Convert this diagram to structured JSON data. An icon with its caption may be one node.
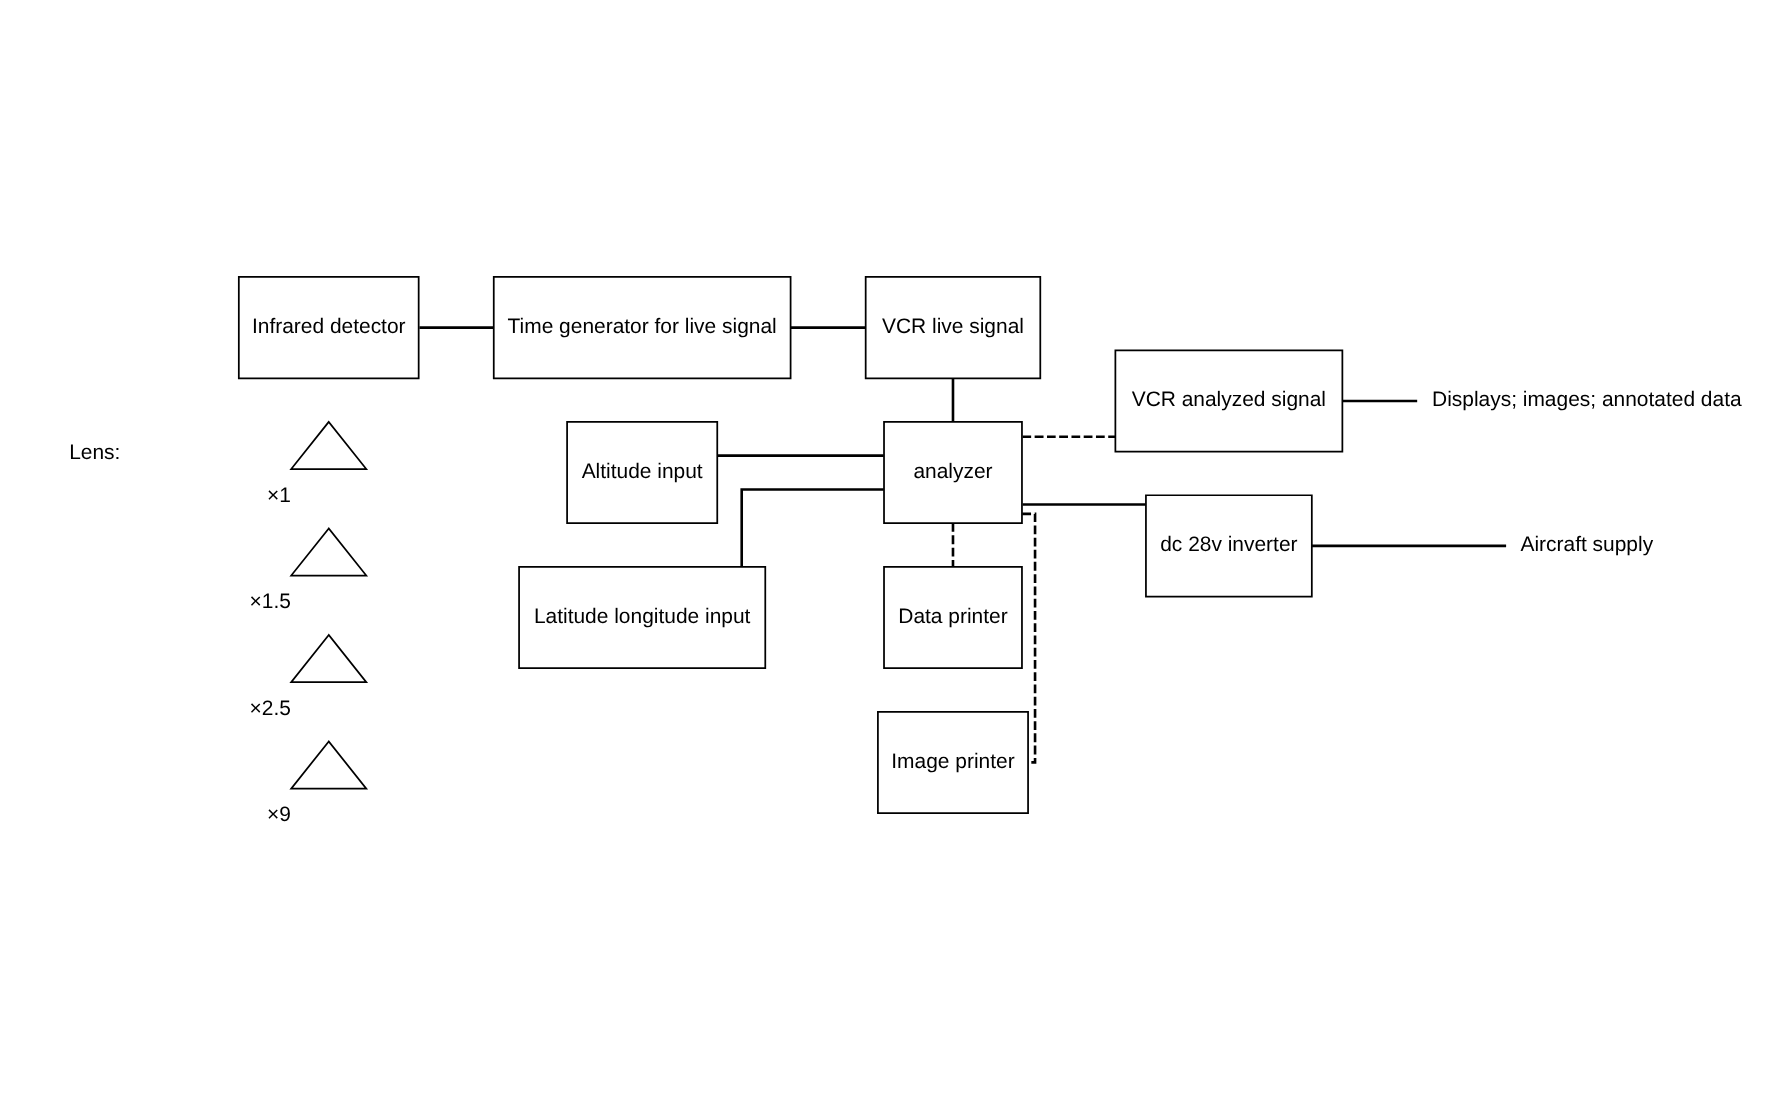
{
  "diagram": {
    "nodes": [
      {
        "text": [
          "Time generator for live signal"
        ]
      },
      {
        "text": [
          "VCR live signal"
        ]
      },
      {
        "text": [
          "Infrared detector"
        ]
      },
      {
        "text": [
          "Altitude input"
        ]
      },
      {
        "text": [
          "analyzer"
        ]
      },
      {
        "text": [
          "VCR analyzed signal"
        ]
      },
      {
        "text": [
          "Displays; images; annotated data"
        ]
      },
      {
        "text": [
          "Latitude longitude input"
        ]
      },
      {
        "text": [
          "Image printer"
        ]
      },
      {
        "text": [
          "Data printer"
        ]
      },
      {
        "text": [
          "dc 28v inverter"
        ]
      },
      {
        "text": [
          "Aircraft supply"
        ]
      },
      {
        "text": [],
        "shape": "triangle",
        "beside": [
          "×1"
        ]
      },
      {
        "text": [],
        "shape": "triangle",
        "beside": [
          "×1.5"
        ]
      },
      {
        "text": [],
        "shape": "triangle",
        "beside": [
          "×2.5"
        ]
      },
      {
        "text": [],
        "shape": "triangle",
        "beside": [
          "×9"
        ]
      }
    ],
    "edges": [
      {
        "from": 2,
        "to": 0,
        "arrow": "none"
      },
      {
        "from": 0,
        "to": 1,
        "arrow": "none"
      },
      {
        "from": 1,
        "to": 4,
        "arrow": "none"
      },
      {
        "from": 3,
        "to": 4,
        "arrow": "none"
      },
      {
        "from": 4,
        "to": 5,
        "arrow": "none",
        "style": "dashed"
      },
      {
        "from": 5,
        "to": 6,
        "arrow": "none"
      },
      {
        "from": 7,
        "to": 4,
        "arrow": "none"
      },
      {
        "from": 4,
        "to": 8,
        "arrow": "none",
        "style": "dashed"
      },
      {
        "from": 4,
        "to": 9,
        "arrow": "none",
        "style": "dashed"
      },
      {
        "from": 4,
        "to": 10,
        "arrow": "none"
      },
      {
        "from": 10,
        "to": 11,
        "arrow": "none"
      }
    ],
    "labels": [
      "Lens:"
    ]
  }
}
